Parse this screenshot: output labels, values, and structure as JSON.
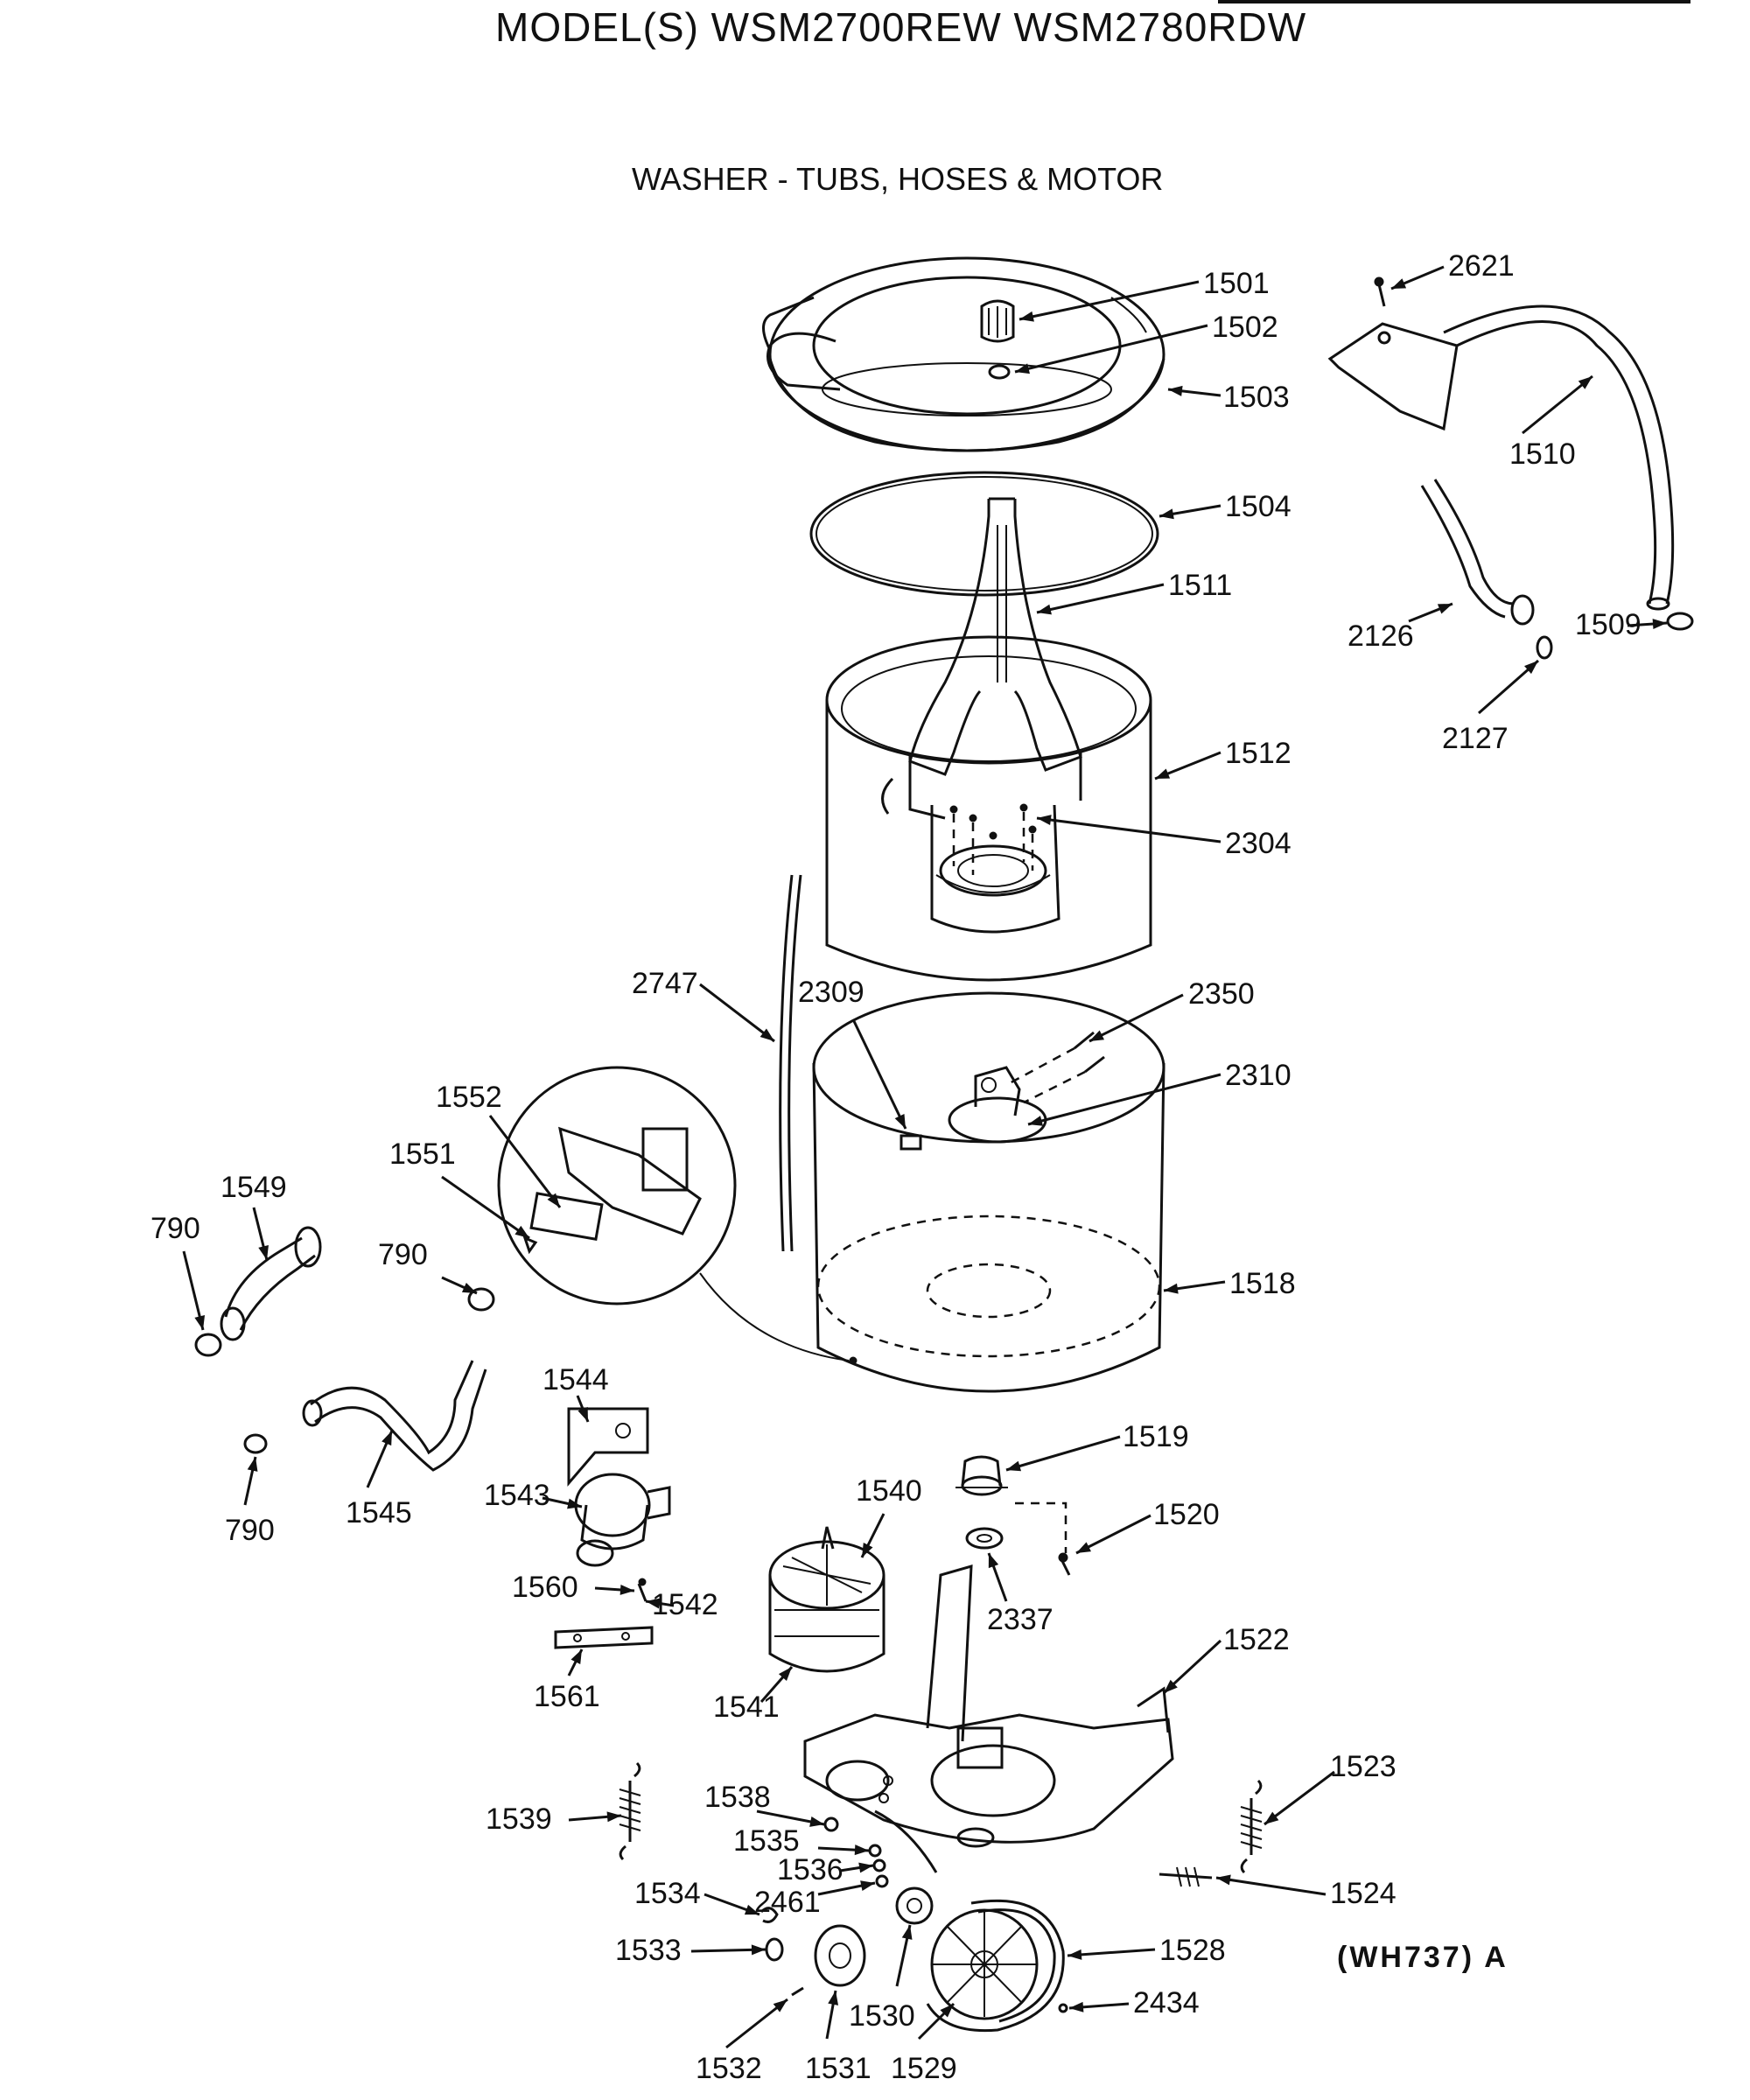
{
  "header": {
    "models": "MODEL(S) WSM2700REW  WSM2780RDW",
    "section_title": "WASHER - TUBS, HOSES & MOTOR",
    "diagram_code": "(WH737)",
    "diagram_code_suffix": "A"
  },
  "callouts": [
    {
      "id": "c1501",
      "label": "1501"
    },
    {
      "id": "c1502",
      "label": "1502"
    },
    {
      "id": "c1503",
      "label": "1503"
    },
    {
      "id": "c1504",
      "label": "1504"
    },
    {
      "id": "c1511",
      "label": "1511"
    },
    {
      "id": "c1512",
      "label": "1512"
    },
    {
      "id": "c2304",
      "label": "2304"
    },
    {
      "id": "c2621",
      "label": "2621"
    },
    {
      "id": "c1510",
      "label": "1510"
    },
    {
      "id": "c2126",
      "label": "2126"
    },
    {
      "id": "c1509",
      "label": "1509"
    },
    {
      "id": "c2127",
      "label": "2127"
    },
    {
      "id": "c2747",
      "label": "2747"
    },
    {
      "id": "c2309",
      "label": "2309"
    },
    {
      "id": "c2350",
      "label": "2350"
    },
    {
      "id": "c2310",
      "label": "2310"
    },
    {
      "id": "c1552",
      "label": "1552"
    },
    {
      "id": "c1551",
      "label": "1551"
    },
    {
      "id": "c1549",
      "label": "1549"
    },
    {
      "id": "c790a",
      "label": "790"
    },
    {
      "id": "c790b",
      "label": "790"
    },
    {
      "id": "c790c",
      "label": "790"
    },
    {
      "id": "c1518",
      "label": "1518"
    },
    {
      "id": "c1544",
      "label": "1544"
    },
    {
      "id": "c1545",
      "label": "1545"
    },
    {
      "id": "c1543",
      "label": "1543"
    },
    {
      "id": "c1519",
      "label": "1519"
    },
    {
      "id": "c1540",
      "label": "1540"
    },
    {
      "id": "c1520",
      "label": "1520"
    },
    {
      "id": "c1560",
      "label": "1560"
    },
    {
      "id": "c1542",
      "label": "1542"
    },
    {
      "id": "c2337",
      "label": "2337"
    },
    {
      "id": "c1561",
      "label": "1561"
    },
    {
      "id": "c1541",
      "label": "1541"
    },
    {
      "id": "c1522",
      "label": "1522"
    },
    {
      "id": "c1539",
      "label": "1539"
    },
    {
      "id": "c1538",
      "label": "1538"
    },
    {
      "id": "c1523",
      "label": "1523"
    },
    {
      "id": "c1535",
      "label": "1535"
    },
    {
      "id": "c1536",
      "label": "1536"
    },
    {
      "id": "c1534",
      "label": "1534"
    },
    {
      "id": "c2461",
      "label": "2461"
    },
    {
      "id": "c1524",
      "label": "1524"
    },
    {
      "id": "c1533",
      "label": "1533"
    },
    {
      "id": "c1528",
      "label": "1528"
    },
    {
      "id": "c2434",
      "label": "2434"
    },
    {
      "id": "c1530",
      "label": "1530"
    },
    {
      "id": "c1532",
      "label": "1532"
    },
    {
      "id": "c1531",
      "label": "1531"
    },
    {
      "id": "c1529",
      "label": "1529"
    }
  ]
}
